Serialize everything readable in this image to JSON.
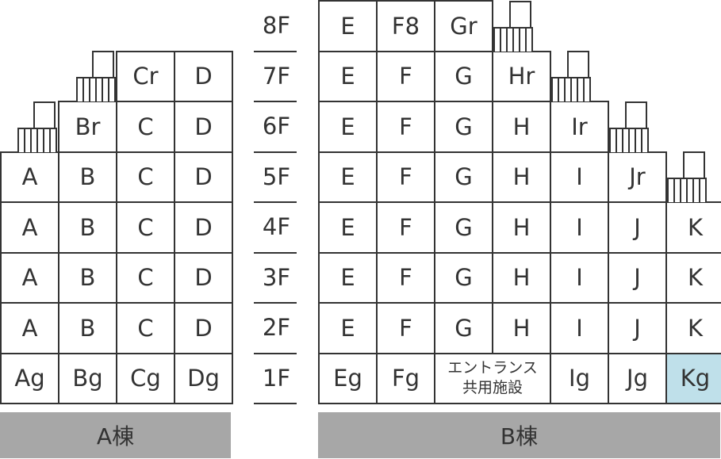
{
  "floors": [
    "8F",
    "7F",
    "6F",
    "5F",
    "4F",
    "3F",
    "2F",
    "1F"
  ],
  "building_a": {
    "label": "A棟",
    "rows": {
      "7F": [
        "Cr",
        "D"
      ],
      "6F": [
        "Br",
        "C",
        "D"
      ],
      "5F": [
        "A",
        "B",
        "C",
        "D"
      ],
      "4F": [
        "A",
        "B",
        "C",
        "D"
      ],
      "3F": [
        "A",
        "B",
        "C",
        "D"
      ],
      "2F": [
        "A",
        "B",
        "C",
        "D"
      ],
      "1F": [
        "Ag",
        "Bg",
        "Cg",
        "Dg"
      ]
    }
  },
  "building_b": {
    "label": "B棟",
    "rows": {
      "8F": [
        "E",
        "F8",
        "Gr"
      ],
      "7F": [
        "E",
        "F",
        "G",
        "Hr"
      ],
      "6F": [
        "E",
        "F",
        "G",
        "H",
        "Ir"
      ],
      "5F": [
        "E",
        "F",
        "G",
        "H",
        "I",
        "Jr"
      ],
      "4F": [
        "E",
        "F",
        "G",
        "H",
        "I",
        "J",
        "K"
      ],
      "3F": [
        "E",
        "F",
        "G",
        "H",
        "I",
        "J",
        "K"
      ],
      "2F": [
        "E",
        "F",
        "G",
        "H",
        "I",
        "J",
        "K"
      ],
      "1F": [
        "Eg",
        "Fg",
        "",
        "Ig",
        "Jg",
        "Kg"
      ]
    },
    "entrance_line1": "エントランス",
    "entrance_line2": "共用施設",
    "highlight_color": "#bfe0ea"
  }
}
